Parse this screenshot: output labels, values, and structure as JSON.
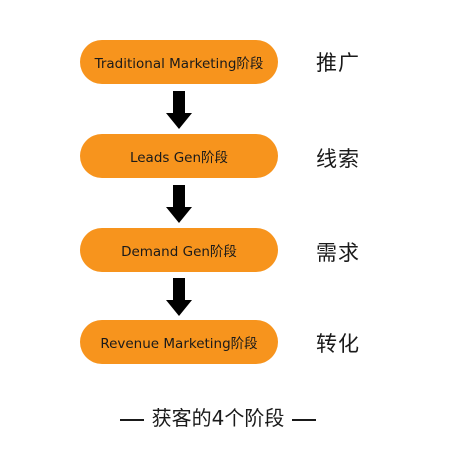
{
  "stages": [
    {
      "label": "Traditional Marketing阶段",
      "side": "推广"
    },
    {
      "label": "Leads Gen阶段",
      "side": "线索"
    },
    {
      "label": "Demand Gen阶段",
      "side": "需求"
    },
    {
      "label": "Revenue Marketing阶段",
      "side": "转化"
    }
  ],
  "caption": "获客的4个阶段",
  "colors": {
    "stage_fill": "#f7941d",
    "arrow": "#000000",
    "text": "#1a1a1a"
  },
  "icons": {
    "flow_arrow": "arrow-down-icon"
  }
}
